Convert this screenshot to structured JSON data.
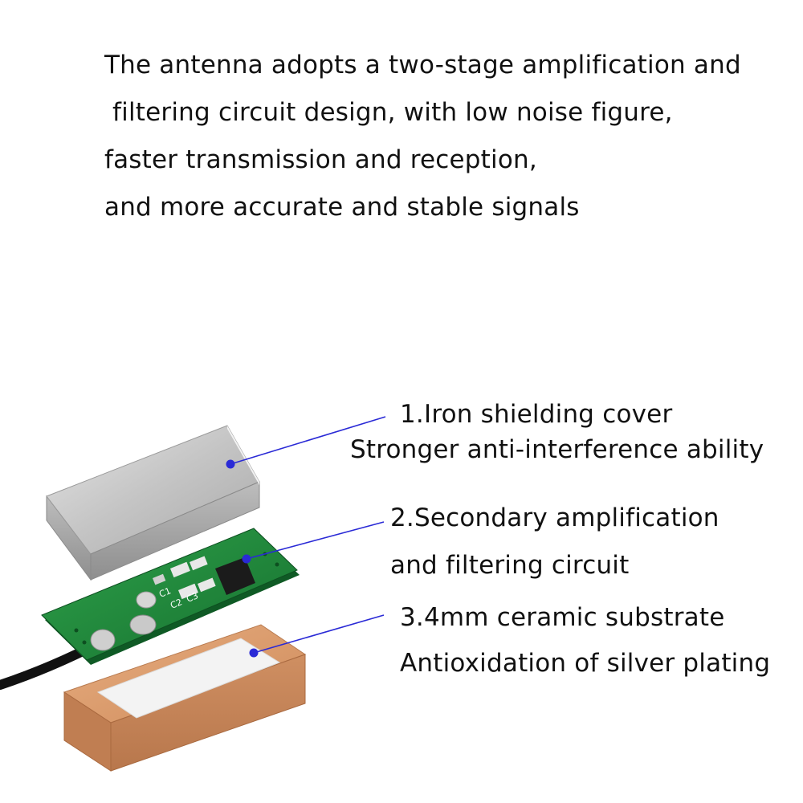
{
  "intro": {
    "lines": [
      "The antenna adopts a two-stage amplification and",
      " filtering circuit design, with low noise figure,",
      "faster transmission and reception,",
      "and more accurate and stable signals"
    ]
  },
  "callouts": [
    {
      "title": "1.Iron shielding cover",
      "subtitle": "Stronger anti-interference ability"
    },
    {
      "title": "2.Secondary amplification",
      "subtitle": "and filtering circuit"
    },
    {
      "title": "3.4mm ceramic substrate",
      "subtitle": "Antioxidation of silver plating"
    }
  ],
  "pcb": {
    "labels": [
      "C1",
      "C2",
      "C3"
    ]
  },
  "colors": {
    "text": "#111111",
    "leader": "#2a2ad6",
    "shield": "#c9c9c9",
    "pcb": "#1f8a3c",
    "ceramic": "#d99a6c",
    "silver": "#eeeeee"
  }
}
